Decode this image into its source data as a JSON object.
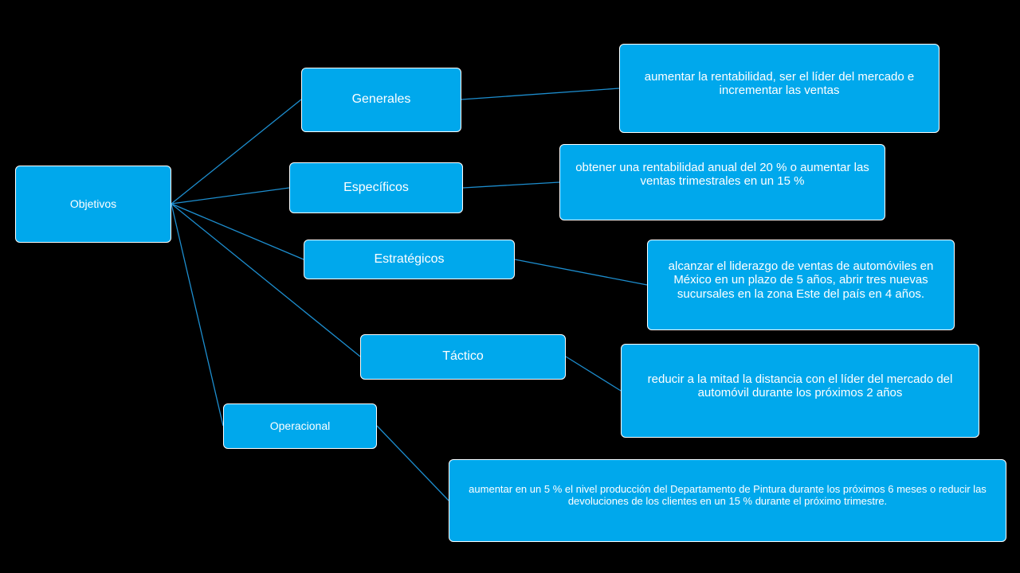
{
  "diagram": {
    "root": {
      "label": "Objetivos"
    },
    "branches": [
      {
        "label": "Generales",
        "detail": "aumentar  la rentabilidad,  ser el líder del mercado  e incrementar  las ventas"
      },
      {
        "label": "Específicos",
        "detail": "obtener  una rentabilidad  anual del 20 % o aumentar las ventas trimestrales en un 15  %"
      },
      {
        "label": "Estratégicos",
        "detail": "alcanzar el liderazgo de ventas de automóviles en México en un plazo de 5 años, abrir tres nuevas sucursales en la zona Este del país en 4 años."
      },
      {
        "label": "Táctico",
        "detail": "reducir a la mitad la distancia con el líder del mercado del automóvil durante los próximos 2 años"
      },
      {
        "label": "Operacional",
        "detail": "aumentar en un 5 % el nivel producción del Departamento de Pintura durante los próximos 6 meses o reducir las devoluciones de los clientes en un 15 % durante el próximo trimestre."
      }
    ]
  },
  "colors": {
    "background": "#000000",
    "node_fill": "#00a8ec",
    "node_border": "#ffffff",
    "connector": "#1d8ecf",
    "text": "#ffffff"
  }
}
